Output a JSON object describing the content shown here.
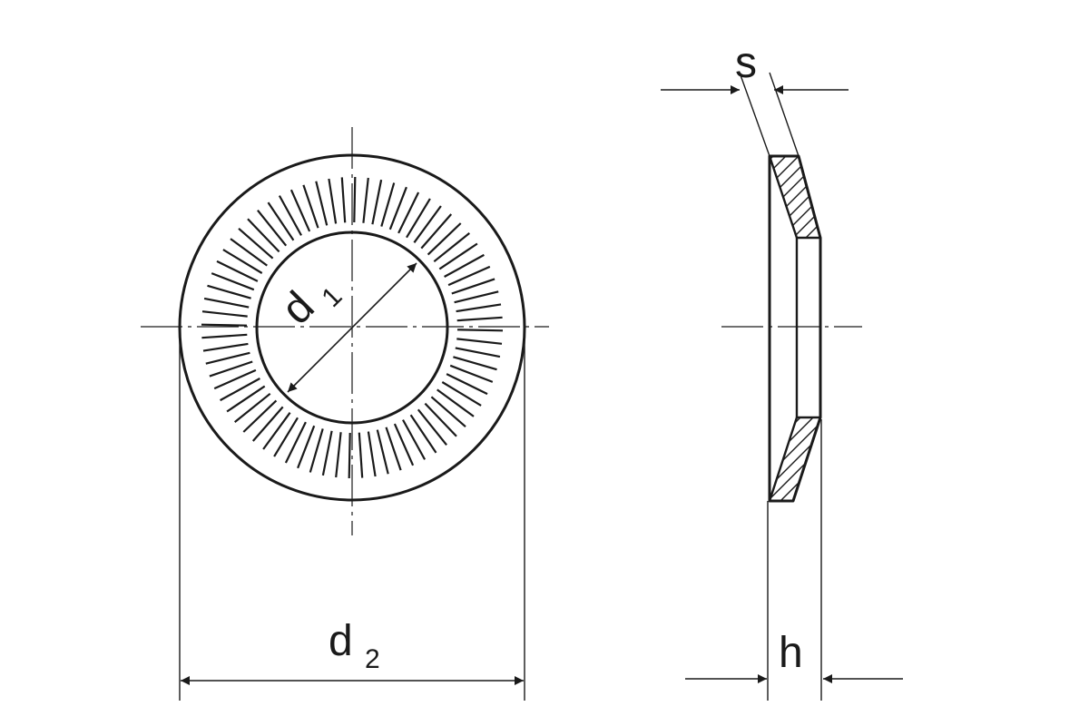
{
  "labels": {
    "inner_diameter": {
      "main": "d",
      "sub": "1"
    },
    "outer_diameter": {
      "main": "d",
      "sub": "2"
    },
    "thickness": "s",
    "height": "h"
  },
  "colors": {
    "stroke": "#1a1a1a",
    "background": "#ffffff"
  }
}
